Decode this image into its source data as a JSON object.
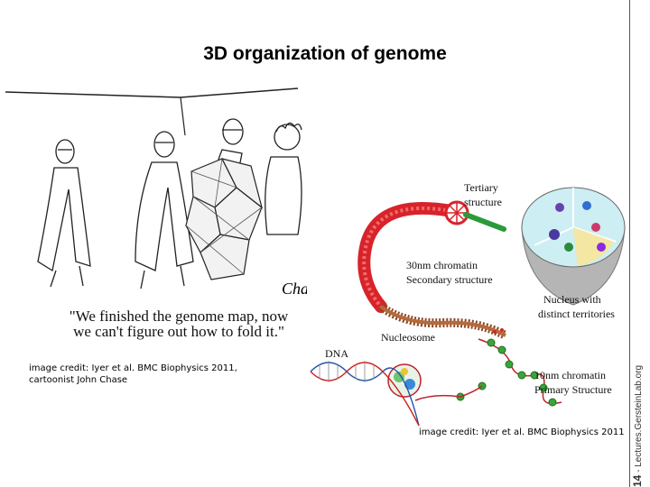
{
  "title": "3D organization of genome",
  "side_label": {
    "number": "14",
    "separator": " - ",
    "text": "Lectures.GersteinLab.org"
  },
  "cartoon": {
    "caption_line1": "\"We finished the genome map, now",
    "caption_line2": "we can't figure out how to fold it.\"",
    "signature": "Chase"
  },
  "credit_left": {
    "line1": "image credit: Iyer et al. BMC Biophysics 2011,",
    "line2": "cartoonist John Chase"
  },
  "credit_right": "image credit: Iyer et al. BMC Biophysics 2011",
  "diagram_labels": {
    "tertiary_1": "Tertiary",
    "tertiary_2": "structure",
    "chromatin30_1": "30nm chromatin",
    "chromatin30_2": "Secondary structure",
    "nucleus_1": "Nucleus with",
    "nucleus_2": "distinct territories",
    "nucleosome": "Nucleosome",
    "dna": "DNA",
    "chromatin10_1": "10nm chromatin",
    "chromatin10_2": "Primary Structure"
  }
}
